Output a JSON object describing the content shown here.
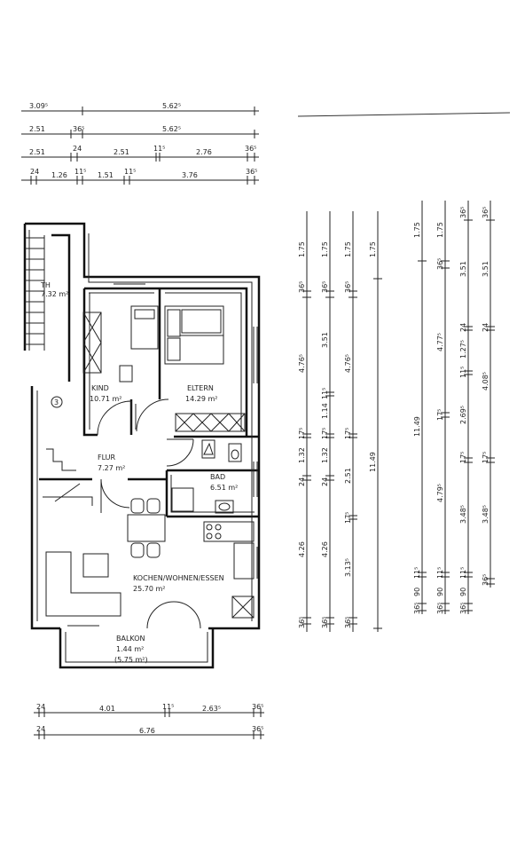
{
  "top_dimensions": {
    "row1": [
      "3.09⁵",
      "5.62⁵"
    ],
    "row2": [
      "2.51",
      "36⁵",
      "5.62⁵"
    ],
    "row3": [
      "2.51",
      "24",
      "2.51",
      "11⁵",
      "2.76",
      "36⁵"
    ],
    "row4": [
      "24",
      "1.26",
      "11⁵",
      "1.51",
      "11⁵",
      "3.76",
      "36⁵"
    ]
  },
  "bottom_dimensions": {
    "row1": [
      "24",
      "4.01",
      "11⁵",
      "2.63⁵",
      "36⁵"
    ],
    "row2": [
      "24",
      "6.76",
      "36⁵"
    ]
  },
  "rooms": {
    "th": {
      "name": "TH",
      "area": "7.32 m²"
    },
    "kind": {
      "name": "KIND",
      "area": "10.71 m²"
    },
    "eltern": {
      "name": "ELTERN",
      "area": "14.29 m²"
    },
    "flur": {
      "name": "FLUR",
      "area": "7.27 m²"
    },
    "bad": {
      "name": "BAD",
      "area": "6.51 m²"
    },
    "kochen": {
      "name": "KOCHEN/WOHNEN/ESSEN",
      "area": "25.70 m²"
    },
    "balkon": {
      "name": "BALKON",
      "area": "1.44 m²",
      "area_alt": "(5.75 m²)"
    }
  },
  "stair_marker": "3",
  "left_vertical_dimensions": {
    "col1": [
      "1.75",
      "36⁵",
      "4.76⁵",
      "17⁵",
      "1.32",
      "24",
      "4.26",
      "36⁵"
    ],
    "col2": [
      "1.75",
      "36⁵",
      "3.51",
      "11⁵",
      "1.14",
      "17⁵",
      "1.32",
      "24",
      "4.26",
      "36⁵"
    ],
    "col3": [
      "1.75",
      "36⁵",
      "4.76⁵",
      "17⁵",
      "2.51",
      "17⁵",
      "3.13⁵",
      "36⁵"
    ],
    "col4": [
      "1.75",
      "11.49"
    ]
  },
  "right_vertical_dimensions": {
    "col1": [
      "1.75",
      "11.49",
      "11⁵",
      "90",
      "36⁵"
    ],
    "col2": [
      "1.75",
      "36⁵",
      "4.77⁵",
      "17⁵",
      "4.79⁵",
      "11⁵",
      "90",
      "36⁵"
    ],
    "col3": [
      "36⁵",
      "3.51",
      "24",
      "1.27⁵",
      "11⁵",
      "2.69⁵",
      "17⁵",
      "3.48⁵",
      "11⁵",
      "90",
      "36⁵"
    ],
    "col4": [
      "36⁵",
      "3.51",
      "24",
      "4.08⁵",
      "17⁵",
      "3.48⁵",
      "36⁵"
    ]
  }
}
